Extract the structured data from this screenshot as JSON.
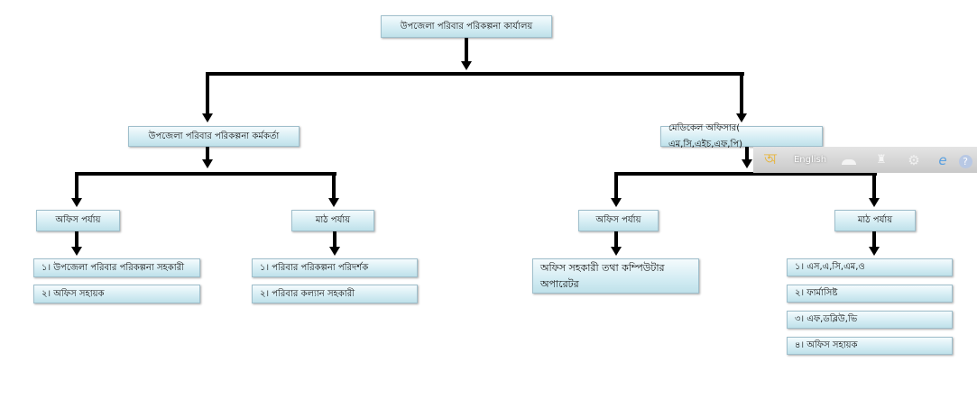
{
  "root": "উপজেলা পরিবার পরিকল্পনা কার্যালয়",
  "left": {
    "title": "উপজেলা পরিবার পরিকল্পনা কর্মকর্তা",
    "office": {
      "title": "অফিস পর্যায়",
      "items": [
        "১। উপজেলা পরিবার পরিকল্পনা সহকারী",
        "২। অফিস সহায়ক"
      ]
    },
    "field": {
      "title": "মাঠ পর্যায়",
      "items": [
        "১। পরিবার পরিকল্পনা পরিদর্শক",
        "২। পরিবার কল্যান সহকারী"
      ]
    }
  },
  "right": {
    "title": "মেডিকেল অফিসার( এম,সি,এইচ,এফ,পি)",
    "office": {
      "title": "অফিস পর্যায়",
      "items": [
        "অফিস সহকারী তথা কম্পিউটার অপারেটর"
      ]
    },
    "field": {
      "title": "মাঠ পর্যায়",
      "items": [
        "১। এস,এ,সি,এম,ও",
        "২। ফার্মাসিষ্ট",
        "৩। এফ,ডব্লিউ,ভি",
        "৪। অফিস সহায়ক"
      ]
    }
  },
  "toolbar": {
    "bangla_glyph": "অ",
    "language": "English"
  }
}
